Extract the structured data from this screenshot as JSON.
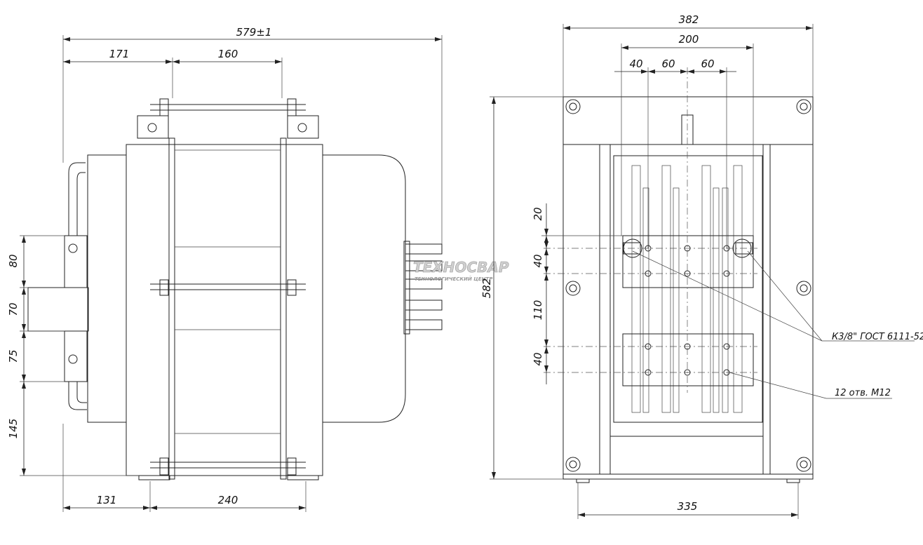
{
  "logo": {
    "name": "ТЕХНОСВАР",
    "tagline": "ТЕХНОЛОГИЧЕСКИЙ ЦЕНТР"
  },
  "left_view": {
    "dims": {
      "overall_width": "579±1",
      "d171": "171",
      "d160": "160",
      "d131": "131",
      "d240": "240",
      "d80": "80",
      "d70": "70",
      "d75": "75",
      "d145": "145"
    }
  },
  "right_view": {
    "dims": {
      "overall_width": "382",
      "d200": "200",
      "d40_top": "40",
      "d60_a": "60",
      "d60_b": "60",
      "height": "582",
      "d20": "20",
      "d40_a": "40",
      "d110": "110",
      "d40_b": "40",
      "base": "335"
    },
    "notes": {
      "thread": "К3/8\" ГОСТ 6111-52",
      "holes": "12 отв. М12"
    }
  }
}
